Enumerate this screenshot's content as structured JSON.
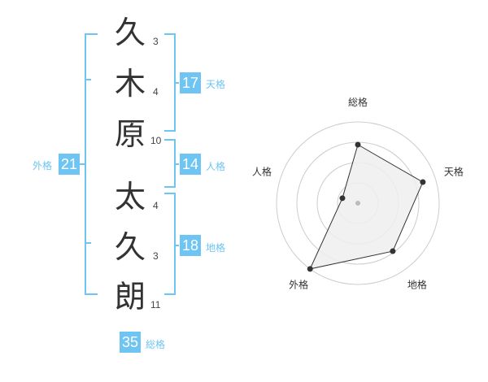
{
  "surname": [
    {
      "char": "久",
      "strokes": "3"
    },
    {
      "char": "木",
      "strokes": "4"
    },
    {
      "char": "原",
      "strokes": "10"
    }
  ],
  "given": [
    {
      "char": "太",
      "strokes": "4"
    },
    {
      "char": "久",
      "strokes": "3"
    },
    {
      "char": "朗",
      "strokes": "11"
    }
  ],
  "kaku": {
    "tenkaku": {
      "value": "17",
      "label": "天格"
    },
    "jinkaku": {
      "value": "14",
      "label": "人格"
    },
    "chikaku": {
      "value": "18",
      "label": "地格"
    },
    "gaikaku": {
      "value": "21",
      "label": "外格"
    },
    "soukaku": {
      "value": "35",
      "label": "総格"
    }
  },
  "chart_data": {
    "type": "radar",
    "axes": [
      "総格",
      "天格",
      "地格",
      "外格",
      "人格"
    ],
    "values": [
      0.72,
      0.84,
      0.73,
      1.0,
      0.2
    ],
    "rings": 4,
    "colors": {
      "fill": "#eeeeee",
      "stroke": "#333333",
      "grid": "#cccccc",
      "center": "#bbbbbb"
    }
  }
}
